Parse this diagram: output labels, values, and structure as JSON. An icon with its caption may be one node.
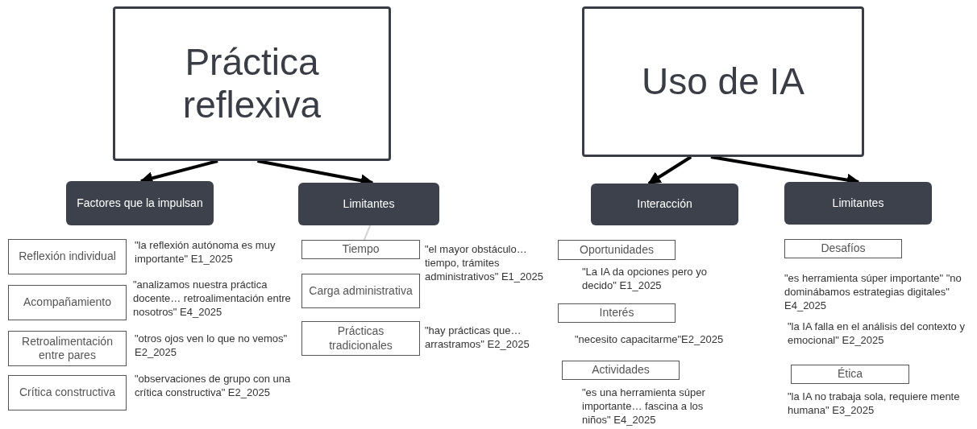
{
  "diagram": {
    "nodes": [
      {
        "text": [
          "Práctica reflexiva"
        ]
      },
      {
        "text": [
          "Uso de IA"
        ]
      },
      {
        "text": [
          "Factores que la impulsan"
        ]
      },
      {
        "text": [
          "Limitantes"
        ]
      },
      {
        "text": [
          "Interacción"
        ]
      },
      {
        "text": [
          "Limitantes"
        ]
      },
      {
        "text": [
          "Reflexión individual"
        ],
        "beside": [
          "\"la reflexión autónoma es muy importante\" E1_2025"
        ]
      },
      {
        "text": [
          "Acompañamiento"
        ],
        "beside": [
          "\"analizamos nuestra práctica docente… retroalimentación entre nosotros\" E4_2025"
        ]
      },
      {
        "text": [
          "Retroalimentación entre pares"
        ],
        "beside": [
          "\"otros ojos ven lo que no vemos\" E2_2025"
        ]
      },
      {
        "text": [
          "Crítica constructiva"
        ],
        "beside": [
          "\"observaciones de grupo con una crítica constructiva\" E2_2025"
        ]
      },
      {
        "text": [
          "Tiempo"
        ],
        "beside": [
          "\"el mayor obstáculo… tiempo, trámites administrativos\" E1_2025"
        ]
      },
      {
        "text": [
          "Carga administrativa"
        ]
      },
      {
        "text": [
          "Prácticas tradicionales"
        ],
        "beside": [
          "\"hay prácticas que… arrastramos\" E2_2025"
        ]
      },
      {
        "text": [
          "Oportunidades"
        ],
        "beside": [
          "\"La IA da opciones pero yo decido\" E1_2025"
        ]
      },
      {
        "text": [
          "Interés"
        ],
        "beside": [
          "\"necesito capacitarme\"E2_2025"
        ]
      },
      {
        "text": [
          "Actividades"
        ],
        "beside": [
          "\"es una herramienta súper importante… fascina a los niños\" E4_2025"
        ]
      },
      {
        "text": [
          "Desafíos"
        ],
        "beside": [
          "\"es herramienta súper importante\" \"no dominábamos estrategias digitales\" E4_2025",
          "\"la IA falla en el análisis del contexto y emocional\" E2_2025"
        ]
      },
      {
        "text": [
          "Ética"
        ],
        "beside": [
          "\"la IA no trabaja sola, requiere mente humana\" E3_2025"
        ]
      }
    ],
    "edges": [
      {
        "from": 0,
        "to": 2,
        "arrow": "to"
      },
      {
        "from": 0,
        "to": 3,
        "arrow": "to"
      },
      {
        "from": 1,
        "to": 4,
        "arrow": "to"
      },
      {
        "from": 1,
        "to": 5,
        "arrow": "to"
      },
      {
        "from": 3,
        "to": 10,
        "arrow": "none",
        "color": "#d4d4d4"
      }
    ]
  }
}
